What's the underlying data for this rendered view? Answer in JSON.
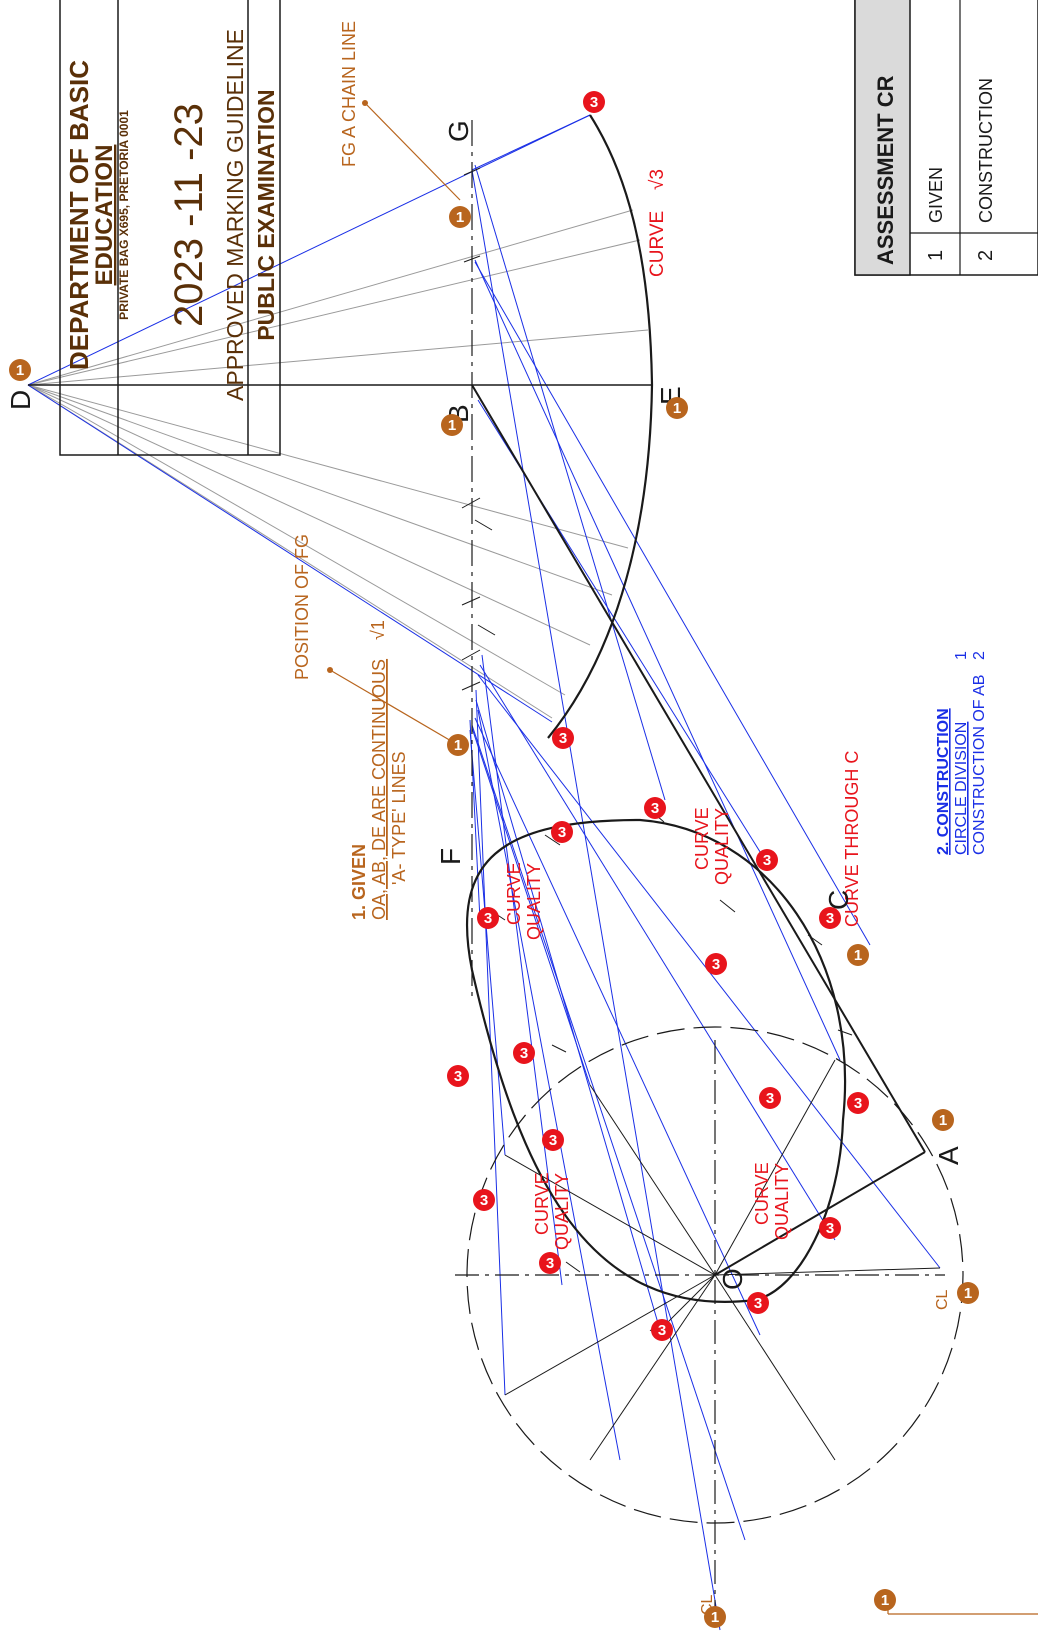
{
  "stamp": {
    "line1": "DEPARTMENT OF BASIC",
    "line2": "EDUCATION",
    "address": "PRIVATE BAG X695, PRETORIA 0001",
    "date": "2023 -11 -23",
    "approved": "APPROVED MARKING GUIDELINE",
    "exam": "PUBLIC EXAMINATION"
  },
  "given": {
    "heading": "1. GIVEN",
    "line1": "OA, AB, DE ARE CONTINUOUS",
    "line2": "'A- TYPE' LINES",
    "tick": "√1"
  },
  "construction": {
    "heading": "2. CONSTRUCTION",
    "row1_label": "CIRCLE DIVISION",
    "row1_mark": "1",
    "row2_label": "CONSTRUCTION OF AB",
    "row2_mark": "2"
  },
  "notes": {
    "fg_chain": "FG A CHAIN LINE",
    "position_fg": "POSITION OF FG",
    "curve": "CURVE",
    "curve_tick": "√3",
    "curve_through_c": "CURVE THROUGH C",
    "curve_quality_a": "CURVE",
    "curve_quality_b": "QUALITY"
  },
  "points": {
    "D": "D",
    "G": "G",
    "B": "B",
    "E": "E",
    "F": "F",
    "C": "C",
    "A": "A",
    "O": "O",
    "CL": "CL"
  },
  "assessment": {
    "title": "ASSESSMENT CR",
    "rows": [
      {
        "num": "1",
        "label": "GIVEN"
      },
      {
        "num": "2",
        "label": "CONSTRUCTION"
      }
    ]
  },
  "badges": {
    "one": "1",
    "three": "3"
  },
  "colors": {
    "construction_blue": "#1a2fe6",
    "mark_red": "#e8141c",
    "note_orange": "#b8651e",
    "stamp_brown": "#5a3008"
  }
}
